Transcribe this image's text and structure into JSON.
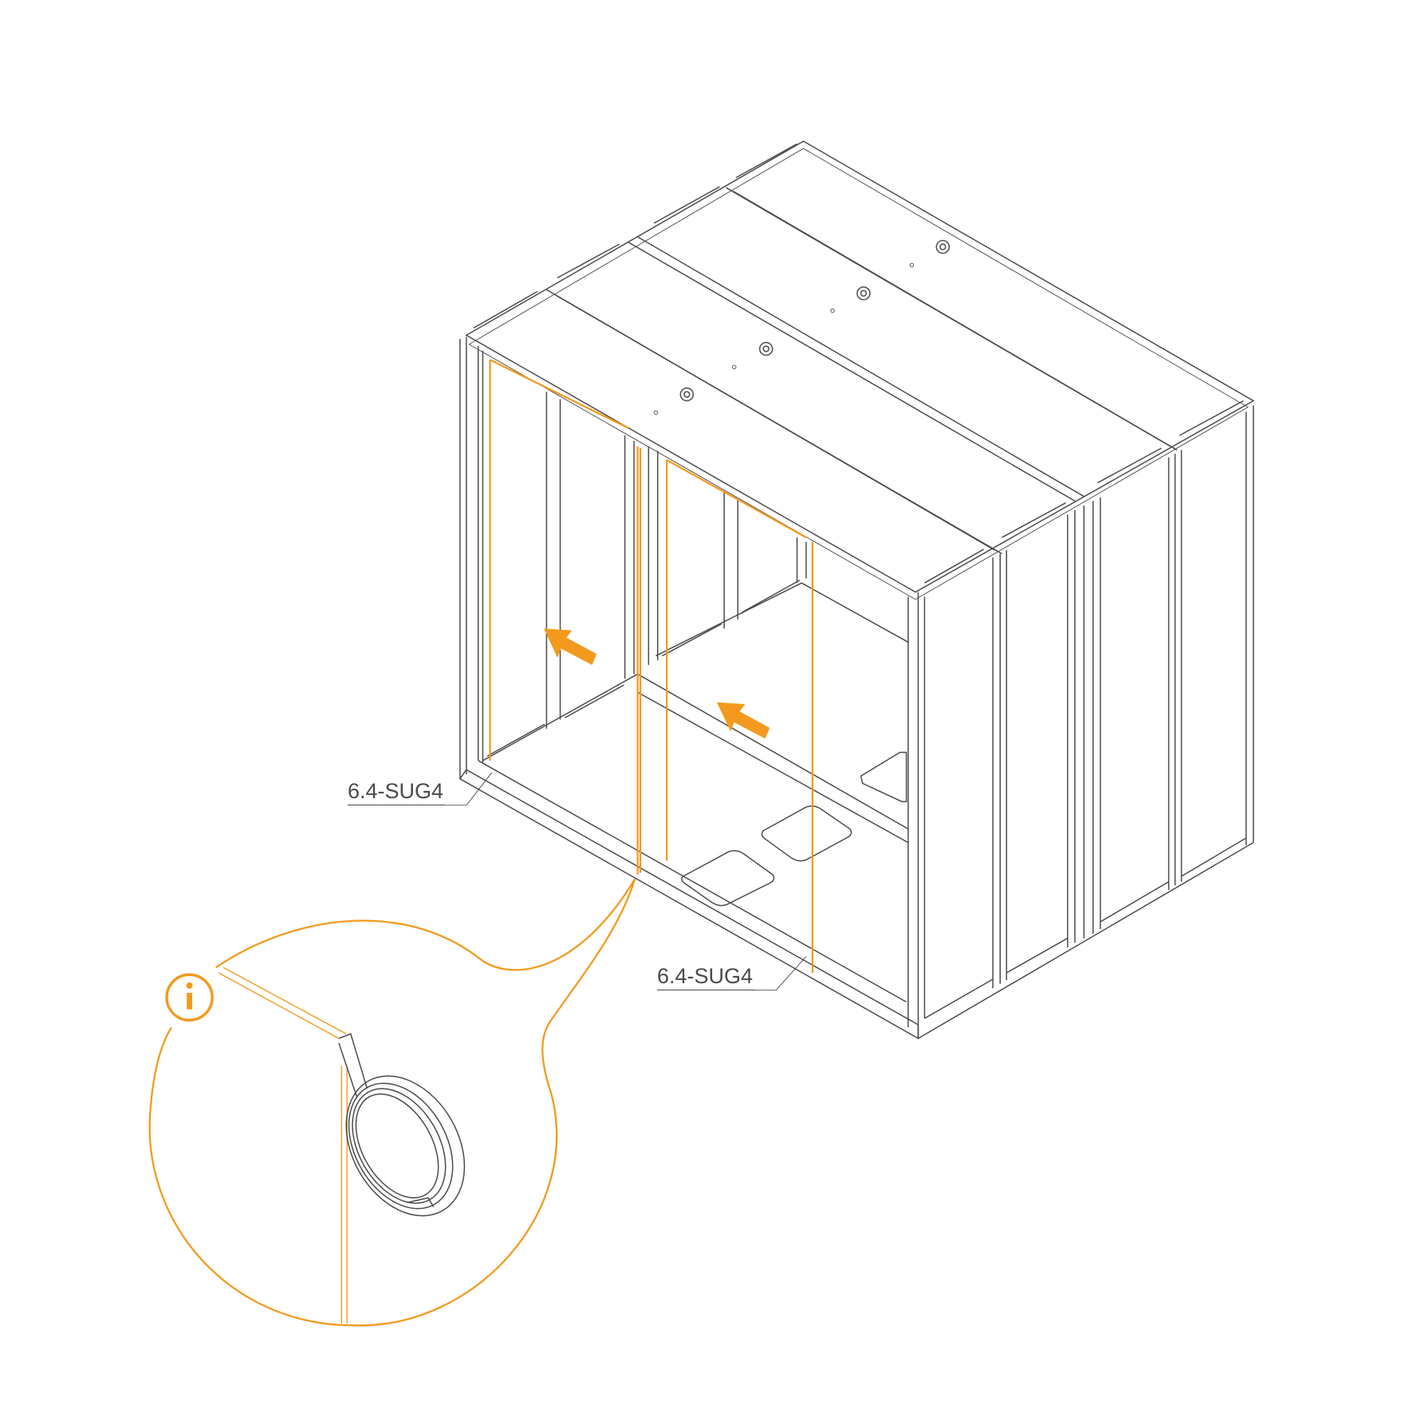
{
  "labels": {
    "part_ref_left": "6.4-SUG4",
    "part_ref_right": "6.4-SUG4"
  },
  "detail": {
    "info_icon_glyph": "i"
  },
  "colors": {
    "accent": "#f39a1e",
    "line": "#4a4a4a",
    "background": "#ffffff"
  }
}
